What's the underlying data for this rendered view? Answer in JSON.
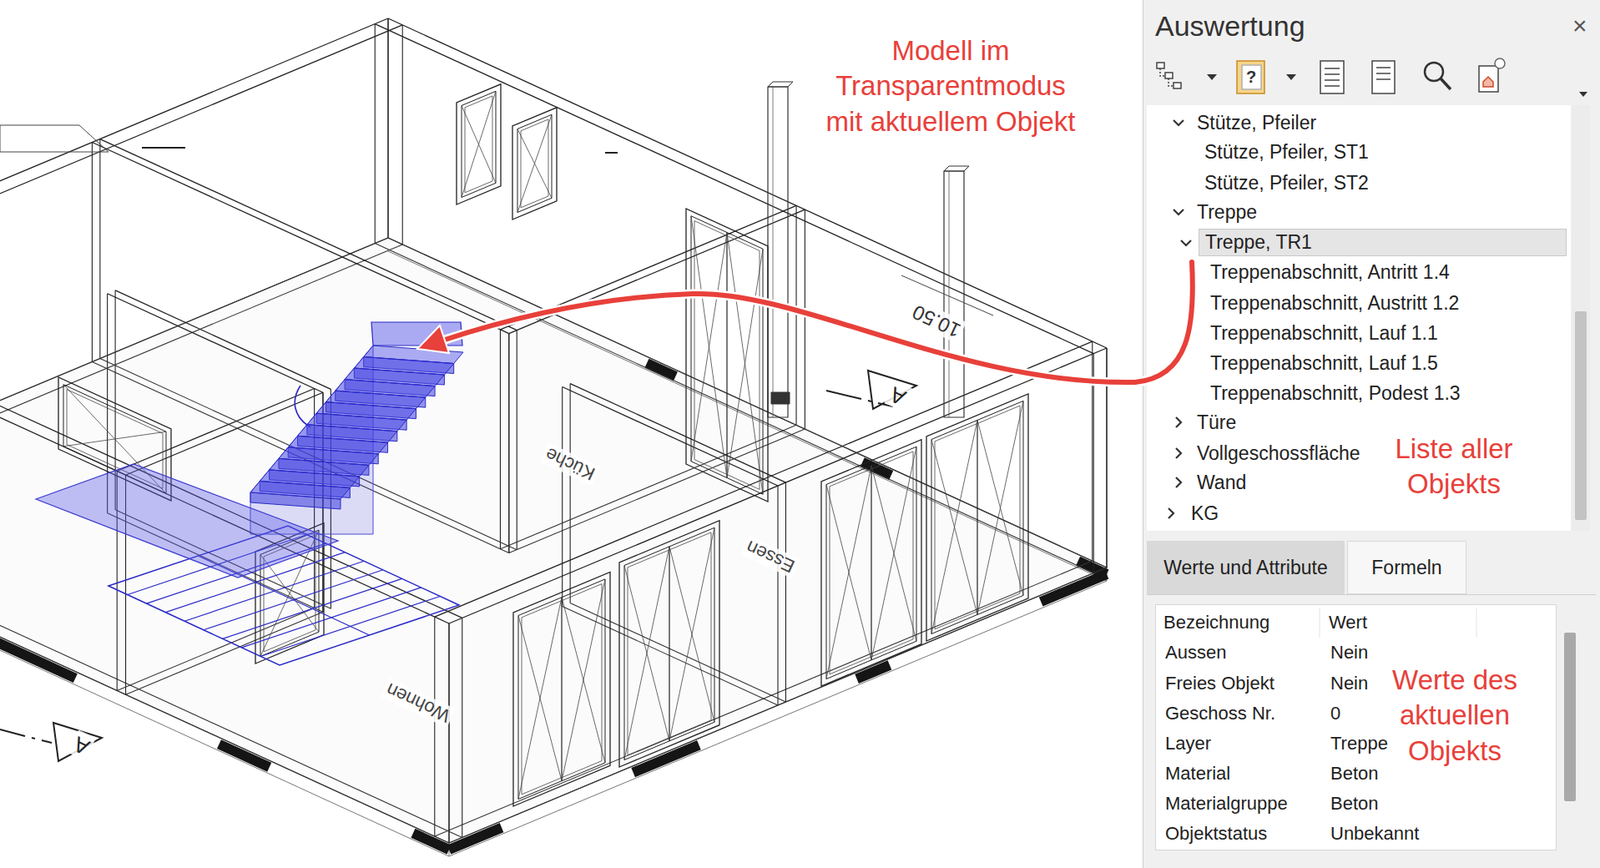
{
  "diagram": {
    "nodes": [
      {
        "text": [
          "Auswertung"
        ]
      },
      {
        "text": [
          "Treppe, TR1"
        ],
        "in": 0
      },
      {
        "text": [
          "Werte und Attribute"
        ],
        "in": 0
      },
      {
        "text": [
          "Formeln"
        ],
        "in": 0
      }
    ],
    "labels": [
      "Modell im Transparentmodus mit aktuellem Objekt",
      "×",
      "?",
      "Stütze, Pfeiler",
      "Stütze, Pfeiler, ST1",
      "Stütze, Pfeiler, ST2",
      "Treppe",
      "Treppenabschnitt, Antritt 1.4",
      "Treppenabschnitt, Austritt 1.2",
      "Treppenabschnitt, Lauf 1.1",
      "Treppenabschnitt, Lauf 1.5",
      "Treppenabschnitt, Podest 1.3",
      "Türe",
      "Vollgeschossfläche",
      "Wand",
      "KG",
      "Liste aller Objekts",
      "Bezeichnung",
      "Wert",
      "Aussen",
      "Nein",
      "Freies Objekt",
      "Nein",
      "Geschoss Nr.",
      "0",
      "Layer",
      "Treppe",
      "Material",
      "Beton",
      "Materialgruppe",
      "Beton",
      "Objektstatus",
      "Unbekannt",
      "Werte des aktuellen Objekts",
      "10.50",
      "Küche",
      "Essen",
      "Wohnen",
      "A",
      "A"
    ]
  }
}
